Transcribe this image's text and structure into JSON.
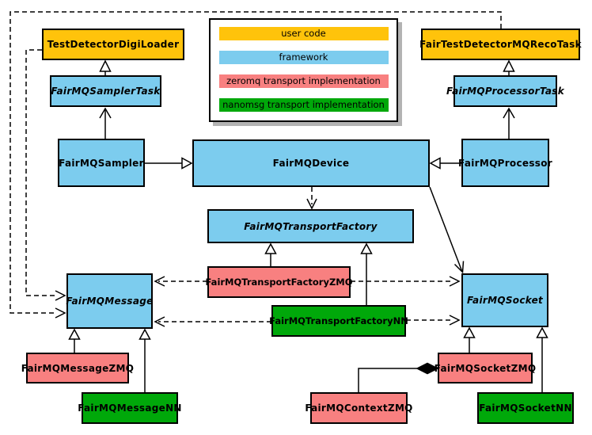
{
  "legend": {
    "items": [
      {
        "label": "user code",
        "color": "#FFC30B",
        "kind": "user"
      },
      {
        "label": "framework",
        "color": "#7CCCEE",
        "kind": "framework"
      },
      {
        "label": "zeromq transport implementation",
        "color": "#F88080",
        "kind": "zeromq"
      },
      {
        "label": "nanomsg transport implementation",
        "color": "#00A80A",
        "kind": "nanomsg"
      }
    ]
  },
  "classes": [
    {
      "id": "test-detector-digi-loader",
      "label": "TestDetectorDigiLoader",
      "kind": "user",
      "abstract": false
    },
    {
      "id": "fairmq-sampler-task",
      "label": "FairMQSamplerTask",
      "kind": "framework",
      "abstract": true
    },
    {
      "id": "fairmq-sampler",
      "label": "FairMQSampler",
      "kind": "framework",
      "abstract": false
    },
    {
      "id": "fair-test-detector-mq-reco-task",
      "label": "FairTestDetectorMQRecoTask",
      "kind": "user",
      "abstract": false
    },
    {
      "id": "fairmq-processor-task",
      "label": "FairMQProcessorTask",
      "kind": "framework",
      "abstract": true
    },
    {
      "id": "fairmq-processor",
      "label": "FairMQProcessor",
      "kind": "framework",
      "abstract": false
    },
    {
      "id": "fairmq-device",
      "label": "FairMQDevice",
      "kind": "framework",
      "abstract": false
    },
    {
      "id": "fairmq-transport-factory",
      "label": "FairMQTransportFactory",
      "kind": "framework",
      "abstract": true
    },
    {
      "id": "fairmq-transport-factory-zmq",
      "label": "FairMQTransportFactoryZMQ",
      "kind": "zeromq",
      "abstract": false
    },
    {
      "id": "fairmq-transport-factory-nn",
      "label": "FairMQTransportFactoryNN",
      "kind": "nanomsg",
      "abstract": false
    },
    {
      "id": "fairmq-message",
      "label": "FairMQMessage",
      "kind": "framework",
      "abstract": true
    },
    {
      "id": "fairmq-message-zmq",
      "label": "FairMQMessageZMQ",
      "kind": "zeromq",
      "abstract": false
    },
    {
      "id": "fairmq-message-nn",
      "label": "FairMQMessageNN",
      "kind": "nanomsg",
      "abstract": false
    },
    {
      "id": "fairmq-socket",
      "label": "FairMQSocket",
      "kind": "framework",
      "abstract": true
    },
    {
      "id": "fairmq-socket-zmq",
      "label": "FairMQSocketZMQ",
      "kind": "zeromq",
      "abstract": false
    },
    {
      "id": "fairmq-socket-nn",
      "label": "FairMQSocketNN",
      "kind": "nanomsg",
      "abstract": false
    },
    {
      "id": "fairmq-context-zmq",
      "label": "FairMQContextZMQ",
      "kind": "zeromq",
      "abstract": false
    }
  ],
  "relations": [
    {
      "from": "FairMQSamplerTask",
      "to": "TestDetectorDigiLoader",
      "type": "solid-hollow-triangle"
    },
    {
      "from": "FairMQSampler",
      "to": "FairMQSamplerTask",
      "type": "solid-open-arrow"
    },
    {
      "from": "FairMQSampler",
      "to": "FairMQDevice",
      "type": "solid-hollow-triangle"
    },
    {
      "from": "FairMQProcessorTask",
      "to": "FairTestDetectorMQRecoTask",
      "type": "solid-hollow-triangle"
    },
    {
      "from": "FairMQProcessor",
      "to": "FairMQProcessorTask",
      "type": "solid-open-arrow"
    },
    {
      "from": "FairMQProcessor",
      "to": "FairMQDevice",
      "type": "solid-hollow-triangle"
    },
    {
      "from": "FairMQDevice",
      "to": "FairMQTransportFactory",
      "type": "dashed-open-arrow"
    },
    {
      "from": "FairMQDevice",
      "to": "FairMQSocket",
      "type": "solid-open-arrow"
    },
    {
      "from": "FairMQTransportFactoryZMQ",
      "to": "FairMQTransportFactory",
      "type": "solid-hollow-triangle"
    },
    {
      "from": "FairMQTransportFactoryNN",
      "to": "FairMQTransportFactory",
      "type": "solid-hollow-triangle"
    },
    {
      "from": "FairMQTransportFactoryZMQ",
      "to": "FairMQMessage",
      "type": "dashed-open-arrow"
    },
    {
      "from": "FairMQTransportFactoryZMQ",
      "to": "FairMQSocket",
      "type": "dashed-open-arrow"
    },
    {
      "from": "FairMQTransportFactoryNN",
      "to": "FairMQMessage",
      "type": "dashed-open-arrow"
    },
    {
      "from": "FairMQTransportFactoryNN",
      "to": "FairMQSocket",
      "type": "dashed-open-arrow"
    },
    {
      "from": "FairMQMessageZMQ",
      "to": "FairMQMessage",
      "type": "solid-hollow-triangle"
    },
    {
      "from": "FairMQMessageNN",
      "to": "FairMQMessage",
      "type": "solid-hollow-triangle"
    },
    {
      "from": "FairMQSocketZMQ",
      "to": "FairMQSocket",
      "type": "solid-hollow-triangle"
    },
    {
      "from": "FairMQSocketNN",
      "to": "FairMQSocket",
      "type": "solid-hollow-triangle"
    },
    {
      "from": "FairMQContextZMQ",
      "to": "FairMQSocketZMQ",
      "type": "composition-filled-diamond"
    },
    {
      "from": "FairTestDetectorMQRecoTask",
      "to": "FairMQMessage",
      "type": "dashed-open-arrow"
    },
    {
      "from": "TestDetectorDigiLoader",
      "to": "FairMQMessage",
      "type": "dashed-open-arrow"
    }
  ]
}
